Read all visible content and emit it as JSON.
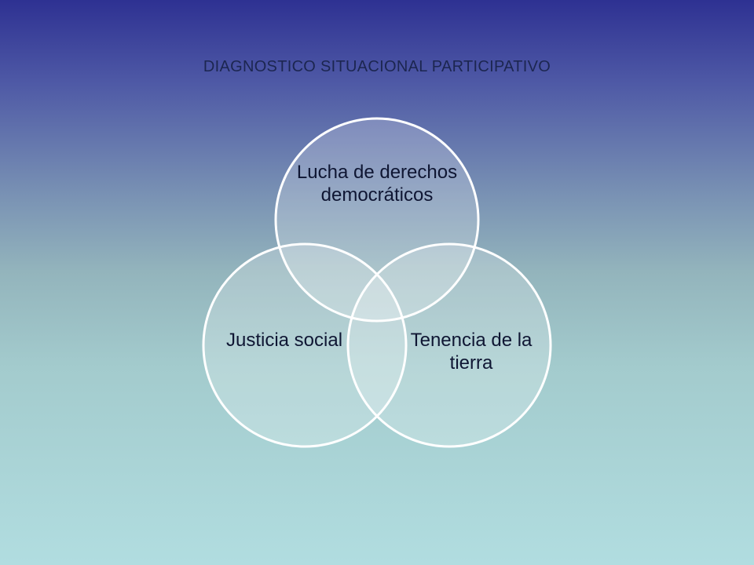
{
  "slide": {
    "title": "DIAGNOSTICO SITUACIONAL PARTICIPATIVO"
  },
  "diagram": {
    "type": "venn",
    "fill_color": "#ffffff",
    "stroke_color": "#ffffff",
    "circles": [
      {
        "id": "top",
        "label": "Lucha de derechos democráticos"
      },
      {
        "id": "left",
        "label": "Justicia social"
      },
      {
        "id": "right",
        "label": "Tenencia de la tierra"
      }
    ]
  }
}
